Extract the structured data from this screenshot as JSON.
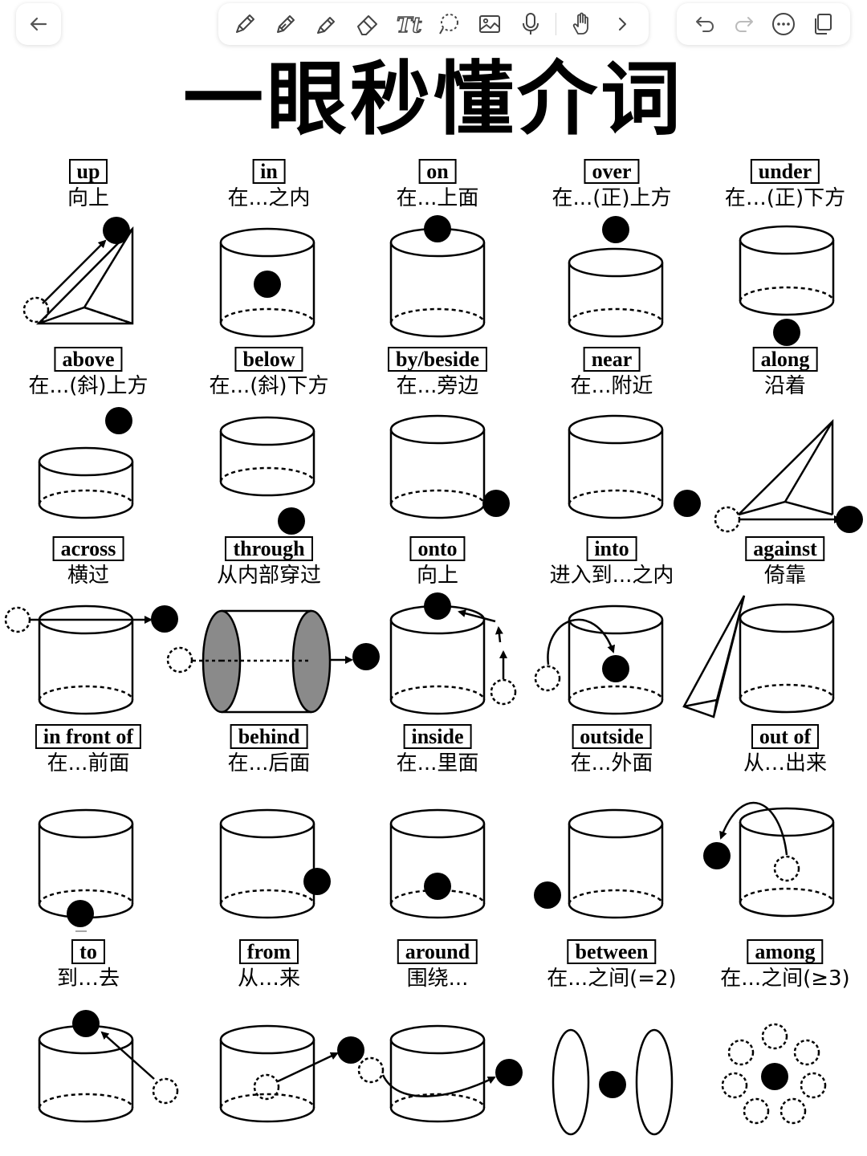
{
  "title": "一眼秒懂介词",
  "toolbar": {
    "back": "arrow-left-icon",
    "tools": [
      "pen-icon",
      "pencil-icon",
      "highlighter-icon",
      "eraser-icon",
      "text-icon",
      "lasso-icon",
      "image-icon",
      "microphone-icon",
      "hand-gesture-icon",
      "chevron-right-icon"
    ],
    "actions": [
      "undo-icon",
      "redo-icon",
      "more-icon",
      "pages-icon"
    ]
  },
  "prepositions": [
    {
      "en": "up",
      "zh": "向上"
    },
    {
      "en": "in",
      "zh": "在...之内"
    },
    {
      "en": "on",
      "zh": "在...上面"
    },
    {
      "en": "over",
      "zh": "在...(正)上方"
    },
    {
      "en": "under",
      "zh": "在…(正)下方"
    },
    {
      "en": "above",
      "zh": "在...(斜)上方"
    },
    {
      "en": "below",
      "zh": "在...(斜)下方"
    },
    {
      "en": "by/beside",
      "zh": "在...旁边"
    },
    {
      "en": "near",
      "zh": "在...附近"
    },
    {
      "en": "along",
      "zh": "沿着"
    },
    {
      "en": "across",
      "zh": "横过"
    },
    {
      "en": "through",
      "zh": "从内部穿过"
    },
    {
      "en": "onto",
      "zh": "向上"
    },
    {
      "en": "into",
      "zh": "进入到...之内"
    },
    {
      "en": "against",
      "zh": "倚靠"
    },
    {
      "en": "in front of",
      "zh": "在...前面"
    },
    {
      "en": "behind",
      "zh": "在...后面"
    },
    {
      "en": "inside",
      "zh": "在...里面"
    },
    {
      "en": "outside",
      "zh": "在...外面"
    },
    {
      "en": "out of",
      "zh": "从…出来"
    },
    {
      "en": "to",
      "zh": "到…去"
    },
    {
      "en": "from",
      "zh": "从…来"
    },
    {
      "en": "around",
      "zh": "围绕..."
    },
    {
      "en": "between",
      "zh": "在...之间(=2)"
    },
    {
      "en": "among",
      "zh": "在...之间(≥3)"
    }
  ]
}
